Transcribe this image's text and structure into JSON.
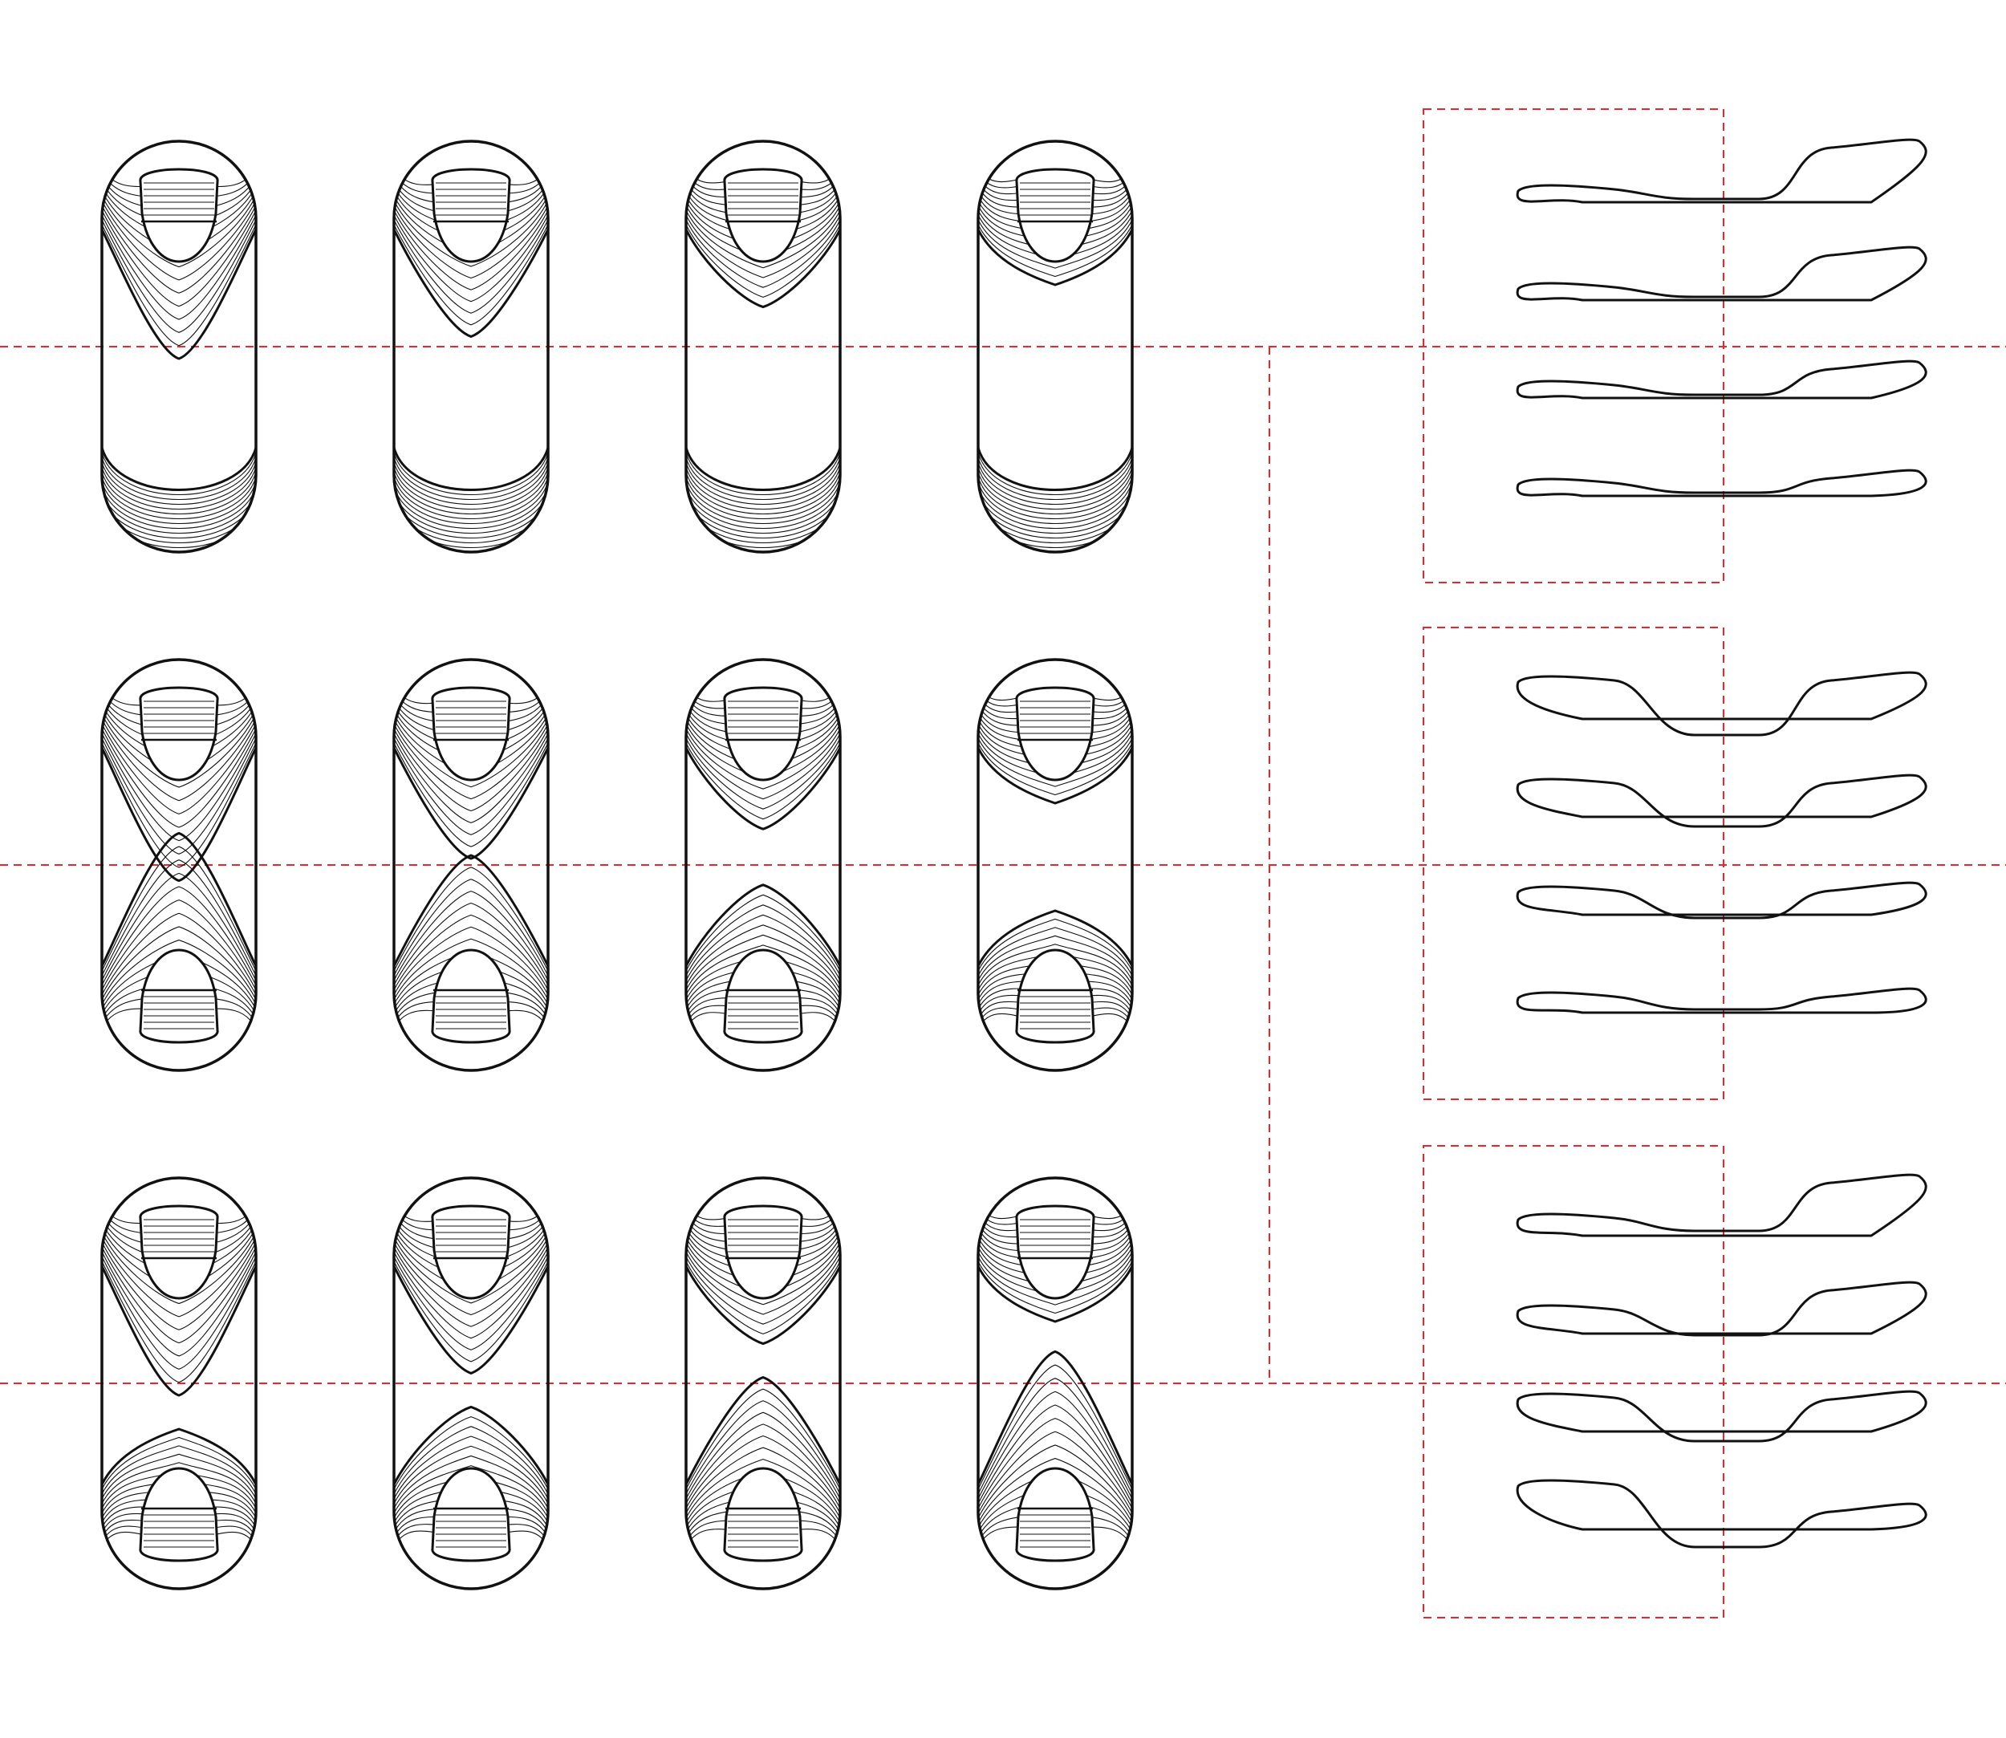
{
  "diagram": {
    "grid": {
      "rows": 3,
      "columns": 4,
      "rows_data": [
        {
          "name": "row-1",
          "cells": [
            {
              "top_depth": 0.7,
              "bottom_depth": 0.3,
              "bottom_hole": false
            },
            {
              "top_depth": 0.58,
              "bottom_depth": 0.3,
              "bottom_hole": false
            },
            {
              "top_depth": 0.42,
              "bottom_depth": 0.3,
              "bottom_hole": false
            },
            {
              "top_depth": 0.3,
              "bottom_depth": 0.3,
              "bottom_hole": false
            }
          ]
        },
        {
          "name": "row-2",
          "cells": [
            {
              "top_depth": 0.72,
              "bottom_depth": 0.72,
              "bottom_hole": true
            },
            {
              "top_depth": 0.6,
              "bottom_depth": 0.6,
              "bottom_hole": true
            },
            {
              "top_depth": 0.44,
              "bottom_depth": 0.44,
              "bottom_hole": true
            },
            {
              "top_depth": 0.3,
              "bottom_depth": 0.3,
              "bottom_hole": true
            }
          ]
        },
        {
          "name": "row-3",
          "cells": [
            {
              "top_depth": 0.7,
              "bottom_depth": 0.3,
              "bottom_hole": true
            },
            {
              "top_depth": 0.58,
              "bottom_depth": 0.42,
              "bottom_hole": true
            },
            {
              "top_depth": 0.42,
              "bottom_depth": 0.58,
              "bottom_hole": true
            },
            {
              "top_depth": 0.3,
              "bottom_depth": 0.72,
              "bottom_hole": true
            }
          ]
        }
      ]
    },
    "section_groups": [
      {
        "name": "section-group-1",
        "profiles": 4
      },
      {
        "name": "section-group-2",
        "profiles": 4
      },
      {
        "name": "section-group-3",
        "profiles": 4
      }
    ],
    "colors": {
      "line": "#111111",
      "guide": "#e8262b",
      "background": "#ffffff"
    }
  }
}
